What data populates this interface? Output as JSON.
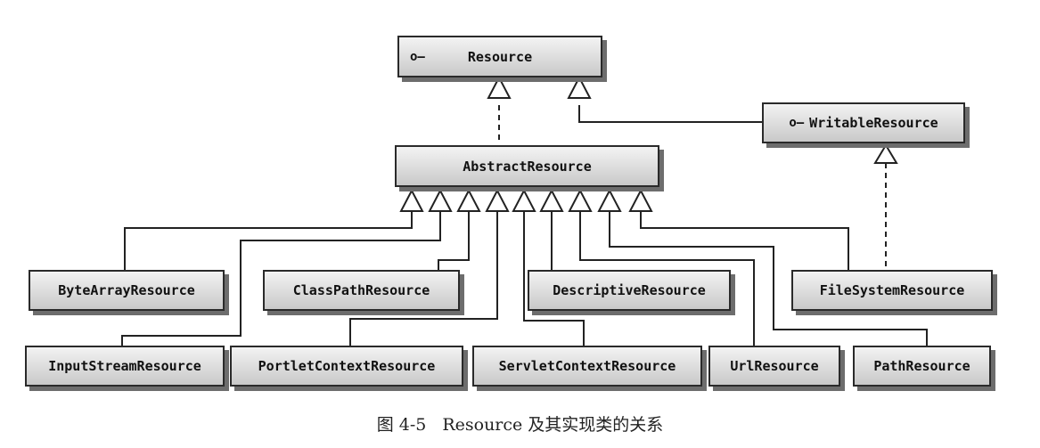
{
  "interface_marker": "o—",
  "boxes": {
    "resource": "Resource",
    "writable_resource": "WritableResource",
    "abstract_resource": "AbstractResource",
    "byte_array_resource": "ByteArrayResource",
    "class_path_resource": "ClassPathResource",
    "descriptive_resource": "DescriptiveResource",
    "file_system_resource": "FileSystemResource",
    "input_stream_resource": "InputStreamResource",
    "portlet_context_resource": "PortletContextResource",
    "servlet_context_resource": "ServletContextResource",
    "url_resource": "UrlResource",
    "path_resource": "PathResource"
  },
  "caption": {
    "figure_number": "图 4-5",
    "text": "Resource 及其实现类的关系"
  }
}
